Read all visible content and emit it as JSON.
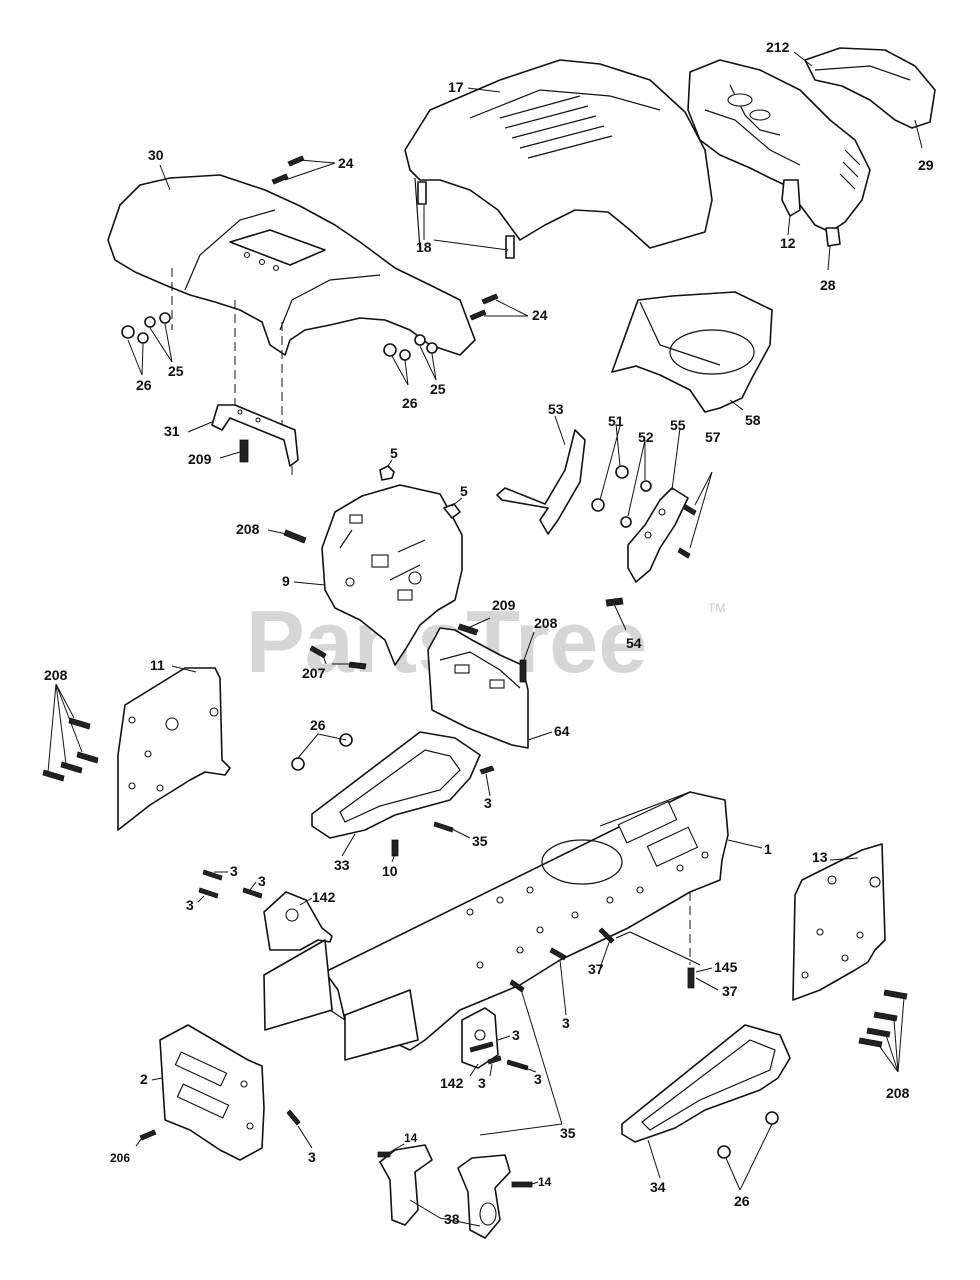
{
  "watermark": {
    "text": "PartsTree",
    "trademark": "TM",
    "color": "#c8c8c8"
  },
  "callouts": [
    {
      "id": "17-hood",
      "text": "17"
    },
    {
      "id": "212-grille",
      "text": "212"
    },
    {
      "id": "29-lens",
      "text": "29"
    },
    {
      "id": "30-fender",
      "text": "30"
    },
    {
      "id": "24-bolt-upper",
      "text": "24"
    },
    {
      "id": "24-bolt-lower",
      "text": "24"
    },
    {
      "id": "18-bumper",
      "text": "18"
    },
    {
      "id": "12-clip",
      "text": "12"
    },
    {
      "id": "28-latch",
      "text": "28"
    },
    {
      "id": "26-nut-left",
      "text": "26"
    },
    {
      "id": "25-washer-left",
      "text": "25"
    },
    {
      "id": "26-nut-mid",
      "text": "26"
    },
    {
      "id": "25-washer-mid",
      "text": "25"
    },
    {
      "id": "58-heat-shield",
      "text": "58"
    },
    {
      "id": "31-bracket",
      "text": "31"
    },
    {
      "id": "209-bolt-upper",
      "text": "209"
    },
    {
      "id": "53-bracket",
      "text": "53"
    },
    {
      "id": "51-nut",
      "text": "51"
    },
    {
      "id": "52-washer",
      "text": "52"
    },
    {
      "id": "55-bracket",
      "text": "55"
    },
    {
      "id": "57-bolt",
      "text": "57"
    },
    {
      "id": "5-nut-upper",
      "text": "5"
    },
    {
      "id": "5-nut-lower",
      "text": "5"
    },
    {
      "id": "208-screw-dash",
      "text": "208"
    },
    {
      "id": "9-dash-panel",
      "text": "9"
    },
    {
      "id": "54-bolt",
      "text": "54"
    },
    {
      "id": "209-bolt-lower",
      "text": "209"
    },
    {
      "id": "208-screw-console",
      "text": "208"
    },
    {
      "id": "207-screw",
      "text": "207"
    },
    {
      "id": "208-screw-left",
      "text": "208"
    },
    {
      "id": "11-side-panel",
      "text": "11"
    },
    {
      "id": "64-console",
      "text": "64"
    },
    {
      "id": "26-nut-footrest",
      "text": "26"
    },
    {
      "id": "3-bolt-footrest",
      "text": "3"
    },
    {
      "id": "35-bolt-upper",
      "text": "35"
    },
    {
      "id": "33-footrest-left",
      "text": "33"
    },
    {
      "id": "10-bolt",
      "text": "10"
    },
    {
      "id": "1-frame",
      "text": "1"
    },
    {
      "id": "13-side-panel",
      "text": "13"
    },
    {
      "id": "3-bolt-a",
      "text": "3"
    },
    {
      "id": "3-bolt-b",
      "text": "3"
    },
    {
      "id": "3-bolt-c",
      "text": "3"
    },
    {
      "id": "142-bracket-upper",
      "text": "142"
    },
    {
      "id": "145-rod",
      "text": "145"
    },
    {
      "id": "37-bolt-a",
      "text": "37"
    },
    {
      "id": "37-bolt-b",
      "text": "37"
    },
    {
      "id": "3-bolt-d",
      "text": "3"
    },
    {
      "id": "3-bolt-e",
      "text": "3"
    },
    {
      "id": "3-bolt-f",
      "text": "3"
    },
    {
      "id": "142-bracket-lower",
      "text": "142"
    },
    {
      "id": "3-bolt-g",
      "text": "3"
    },
    {
      "id": "208-screw-right",
      "text": "208"
    },
    {
      "id": "2-front-plate",
      "text": "2"
    },
    {
      "id": "206-screw",
      "text": "206"
    },
    {
      "id": "3-bolt-h",
      "text": "3"
    },
    {
      "id": "35-bolt-lower",
      "text": "35"
    },
    {
      "id": "14-bolt-left",
      "text": "14"
    },
    {
      "id": "14-bolt-right",
      "text": "14"
    },
    {
      "id": "38-hitch",
      "text": "38"
    },
    {
      "id": "34-footrest-right",
      "text": "34"
    },
    {
      "id": "26-nut-right",
      "text": "26"
    }
  ]
}
